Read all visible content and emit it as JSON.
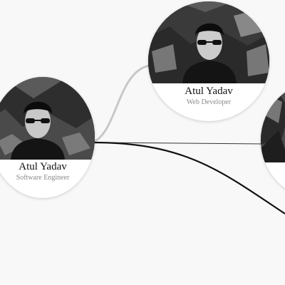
{
  "org_chart": {
    "nodes": [
      {
        "name": "Atul Yadav",
        "role": "Software Engineer",
        "avatar_icon": "person-photo-icon"
      },
      {
        "name": "Atul Yadav",
        "role": "Web Developer",
        "avatar_icon": "person-photo-icon"
      },
      {
        "name": "",
        "role": "",
        "avatar_icon": "person-photo-icon"
      }
    ],
    "colors": {
      "background": "#f8f8f8",
      "connector_dark": "#111111",
      "connector_light": "#c8c8c8",
      "name_text": "#111111",
      "role_text": "#8a8a8a"
    }
  }
}
